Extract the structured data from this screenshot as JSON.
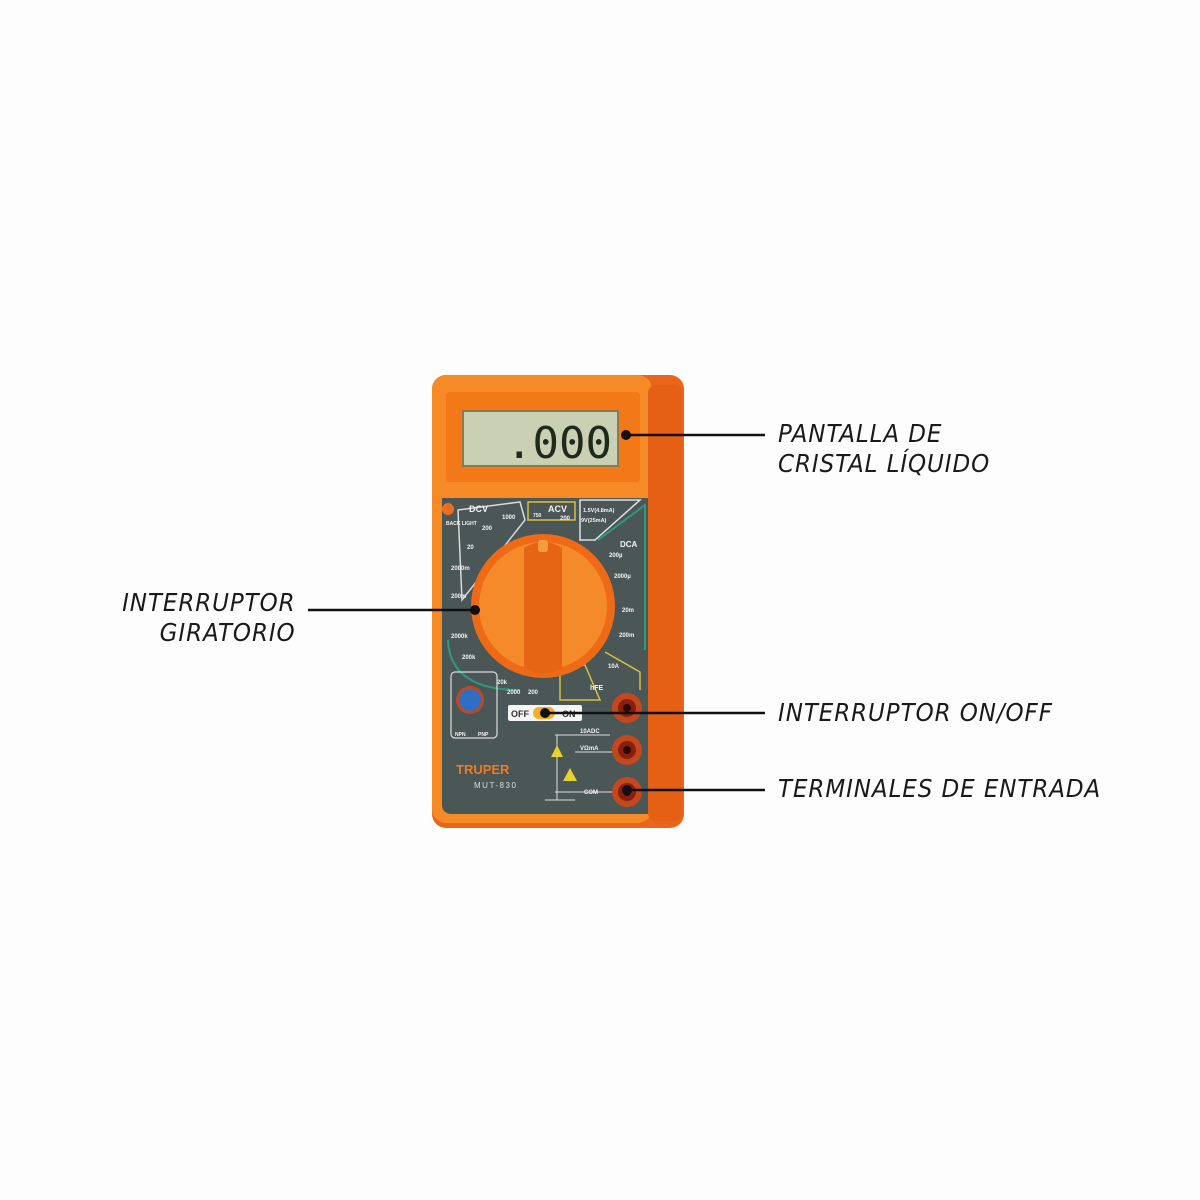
{
  "callouts": {
    "display": [
      "PANTALLA DE",
      "CRISTAL LÍQUIDO"
    ],
    "rotary_switch": [
      "INTERRUPTOR",
      "GIRATORIO"
    ],
    "power_switch": "INTERRUPTOR ON/OFF",
    "terminals": "TERMINALES DE ENTRADA"
  },
  "device": {
    "lcd_reading": ".000",
    "brand": "TRUPER",
    "model": "MUT-830",
    "backlight": "BACK LIGHT",
    "sections": {
      "dcv": "DCV",
      "acv": "ACV",
      "dca": "DCA"
    },
    "dcv_ranges": [
      "1000",
      "200",
      "20",
      "2000m",
      "200m"
    ],
    "acv_ranges": [
      "750",
      "200"
    ],
    "test_ranges": [
      "1.5V(4.8mA)",
      "9V(25mA)"
    ],
    "dca_ranges": [
      "200µ",
      "2000µ",
      "20m",
      "200m",
      "10A"
    ],
    "ohm_ranges": [
      "2000k",
      "200k",
      "20k",
      "2000",
      "200"
    ],
    "hfe": "hFE",
    "transistor": [
      "NPN",
      "PNP"
    ],
    "off_label": "OFF",
    "on_label": "ON",
    "terminals": [
      "10ADC",
      "VΩmA",
      "COM"
    ],
    "colors": {
      "body": "#f27a1a",
      "panel": "#4b5757",
      "lcd": "#c9d0b4",
      "jack": "#b8321c"
    }
  }
}
